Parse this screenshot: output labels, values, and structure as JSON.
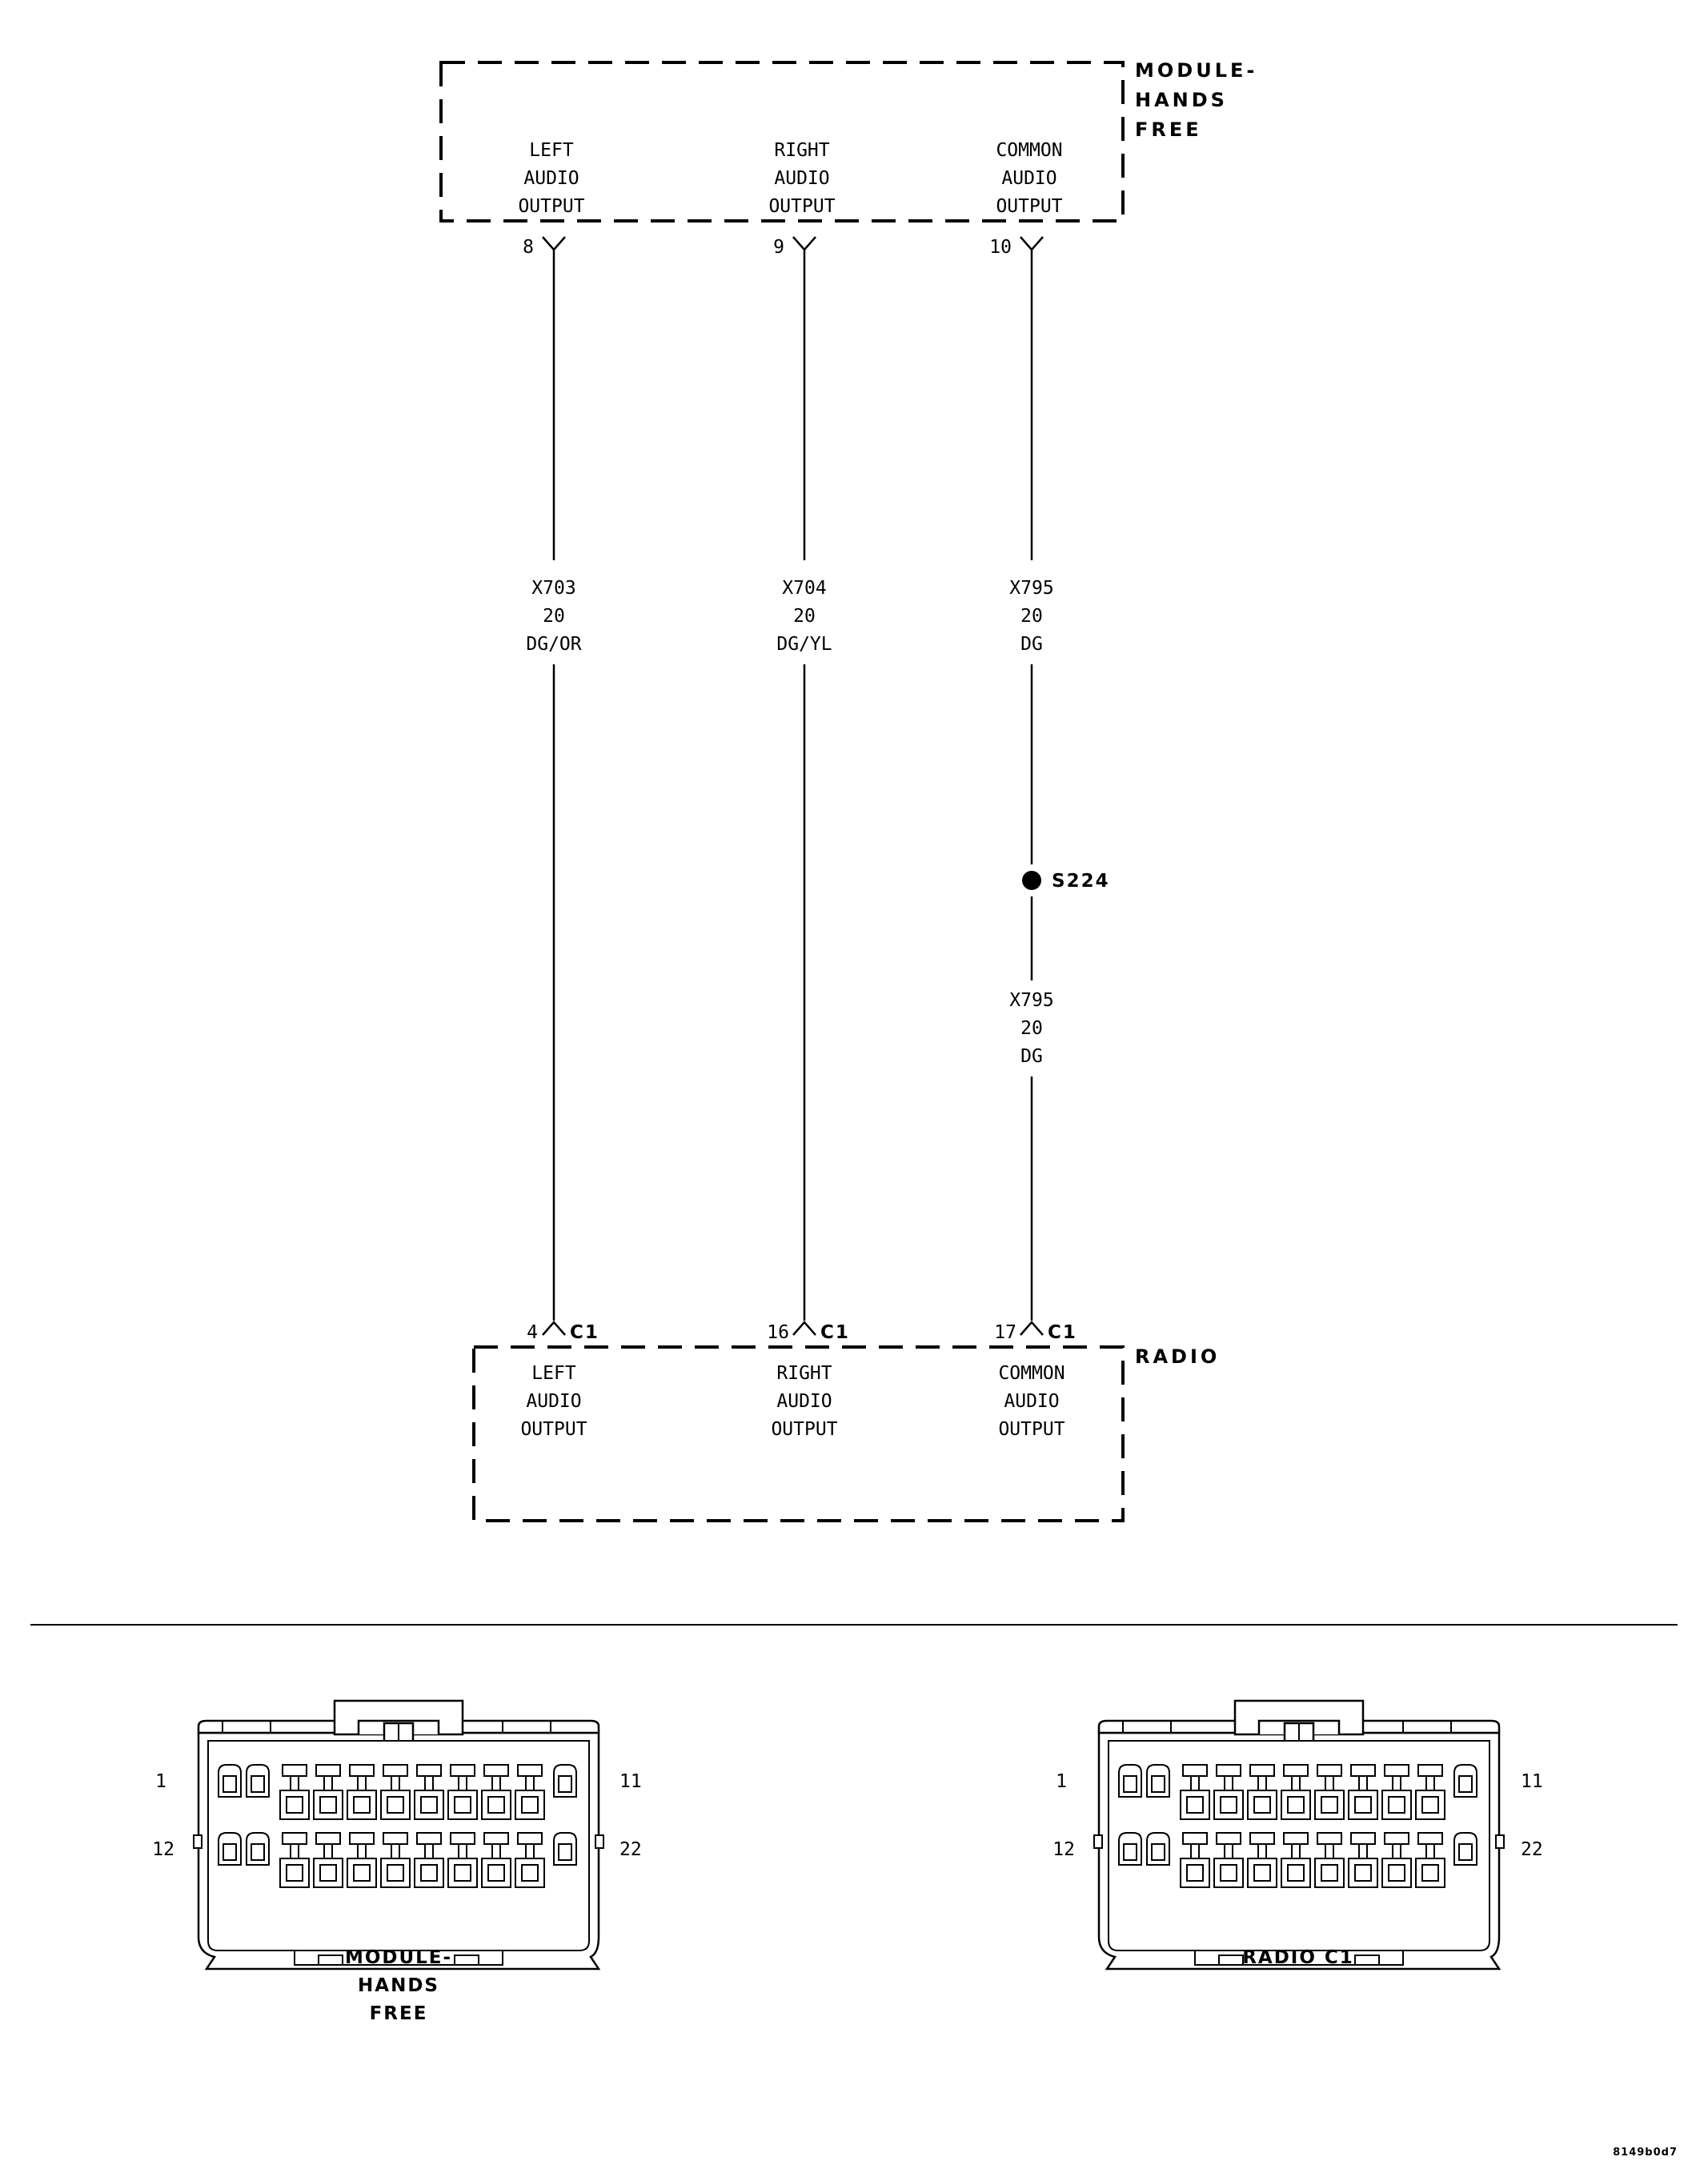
{
  "module": {
    "name": [
      "MODULE-",
      "HANDS",
      "FREE"
    ],
    "pins": [
      {
        "label": [
          "LEFT",
          "AUDIO",
          "OUTPUT"
        ],
        "pin": "8"
      },
      {
        "label": [
          "RIGHT",
          "AUDIO",
          "OUTPUT"
        ],
        "pin": "9"
      },
      {
        "label": [
          "COMMON",
          "AUDIO",
          "OUTPUT"
        ],
        "pin": "10"
      }
    ]
  },
  "wires": [
    {
      "circuit": "X703",
      "gauge": "20",
      "color": "DG/OR"
    },
    {
      "circuit": "X704",
      "gauge": "20",
      "color": "DG/YL"
    },
    {
      "circuit": "X795",
      "gauge": "20",
      "color": "DG"
    }
  ],
  "splice": {
    "name": "S224",
    "wire_below": {
      "circuit": "X795",
      "gauge": "20",
      "color": "DG"
    }
  },
  "radio": {
    "name": "RADIO",
    "pins": [
      {
        "pin": "4",
        "connector": "C1",
        "label": [
          "LEFT",
          "AUDIO",
          "OUTPUT"
        ]
      },
      {
        "pin": "16",
        "connector": "C1",
        "label": [
          "RIGHT",
          "AUDIO",
          "OUTPUT"
        ]
      },
      {
        "pin": "17",
        "connector": "C1",
        "label": [
          "COMMON",
          "AUDIO",
          "OUTPUT"
        ]
      }
    ]
  },
  "connector_views": [
    {
      "caption": [
        "MODULE-",
        "HANDS",
        "FREE"
      ],
      "pin_labels": {
        "top_left": "1",
        "top_right": "11",
        "bottom_left": "12",
        "bottom_right": "22"
      }
    },
    {
      "caption": [
        "RADIO C1"
      ],
      "pin_labels": {
        "top_left": "1",
        "top_right": "11",
        "bottom_left": "12",
        "bottom_right": "22"
      }
    }
  ],
  "figure_id": "8149b0d7"
}
